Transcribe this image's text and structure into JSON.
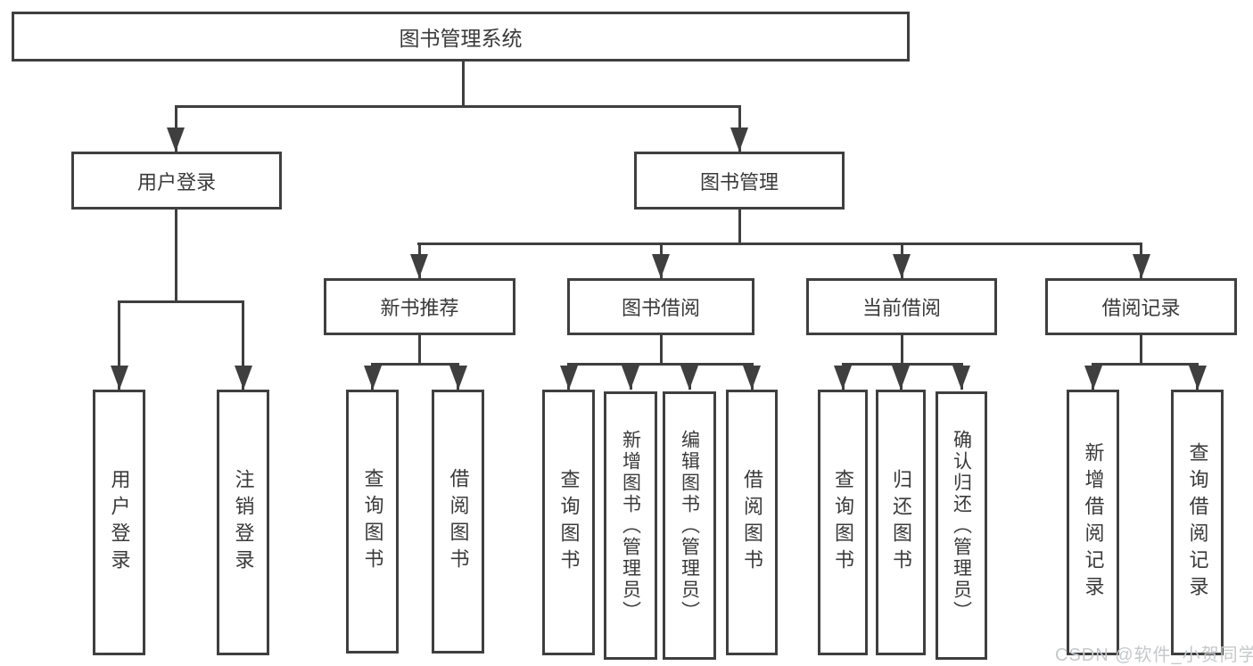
{
  "title": "图书管理系统",
  "branches": {
    "login": {
      "label": "用户登录",
      "children": [
        "用户登录",
        "注销登录"
      ]
    },
    "manage": {
      "label": "图书管理",
      "groups": [
        {
          "label": "新书推荐",
          "children": [
            "查询图书",
            "借阅图书"
          ]
        },
        {
          "label": "图书借阅",
          "children": [
            "查询图书",
            "新增图书（管理员）",
            "编辑图书（管理员）",
            "借阅图书"
          ]
        },
        {
          "label": "当前借阅",
          "children": [
            "查询图书",
            "归还图书",
            "确认归还（管理员）"
          ]
        },
        {
          "label": "借阅记录",
          "children": [
            "新增借阅记录",
            "查询借阅记录"
          ]
        }
      ]
    }
  },
  "watermark": "CSDN @软件_小贺同学",
  "colors": {
    "line": "#3f3f3f",
    "text": "#3a3a3a",
    "background": "#ffffff",
    "watermark": "#c6c8ca"
  }
}
